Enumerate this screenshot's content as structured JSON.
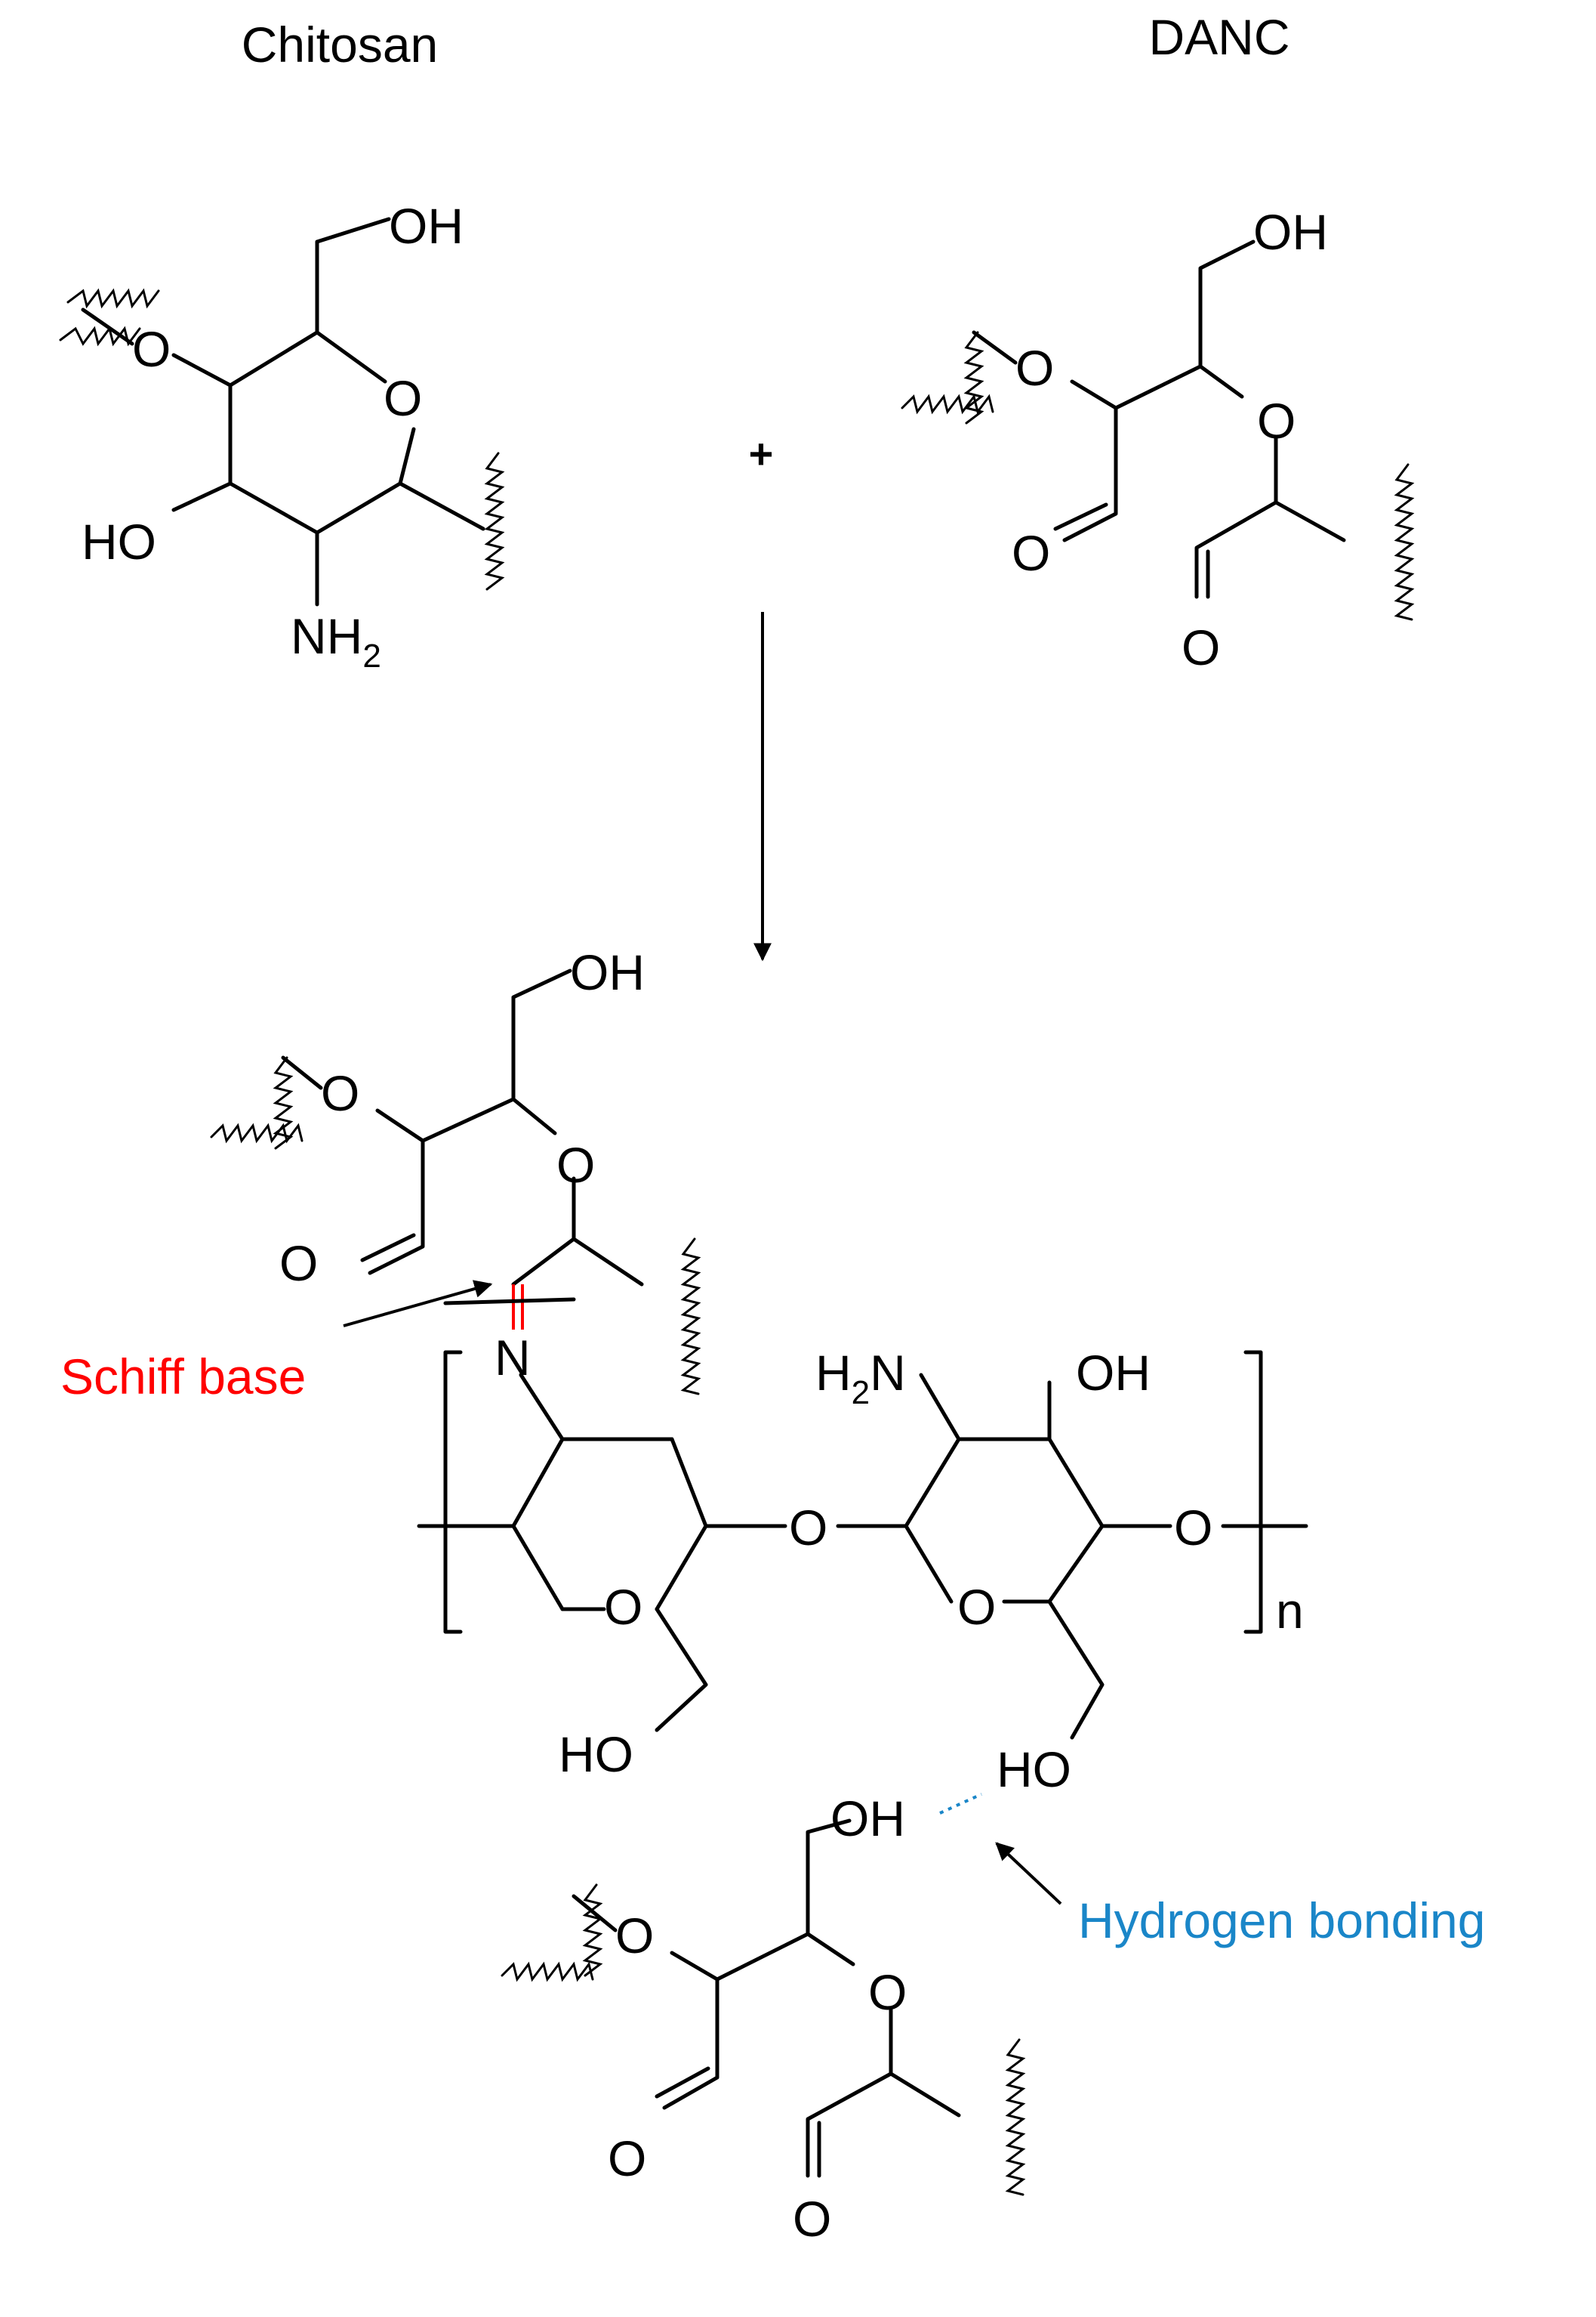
{
  "titles": {
    "left": "Chitosan",
    "right": "DANC"
  },
  "plus": "+",
  "atoms": {
    "OH": "OH",
    "HO": "HO",
    "O": "O",
    "N": "N",
    "NH": "NH",
    "H": "H",
    "two": "2"
  },
  "repeat_index": "n",
  "annotations": {
    "schiff_base": "Schiff base",
    "hydrogen_bonding": "Hydrogen bonding"
  },
  "colors": {
    "ink": "#000000",
    "schiff_base": "#ff0000",
    "hydrogen_bond": "#1a86c8"
  }
}
